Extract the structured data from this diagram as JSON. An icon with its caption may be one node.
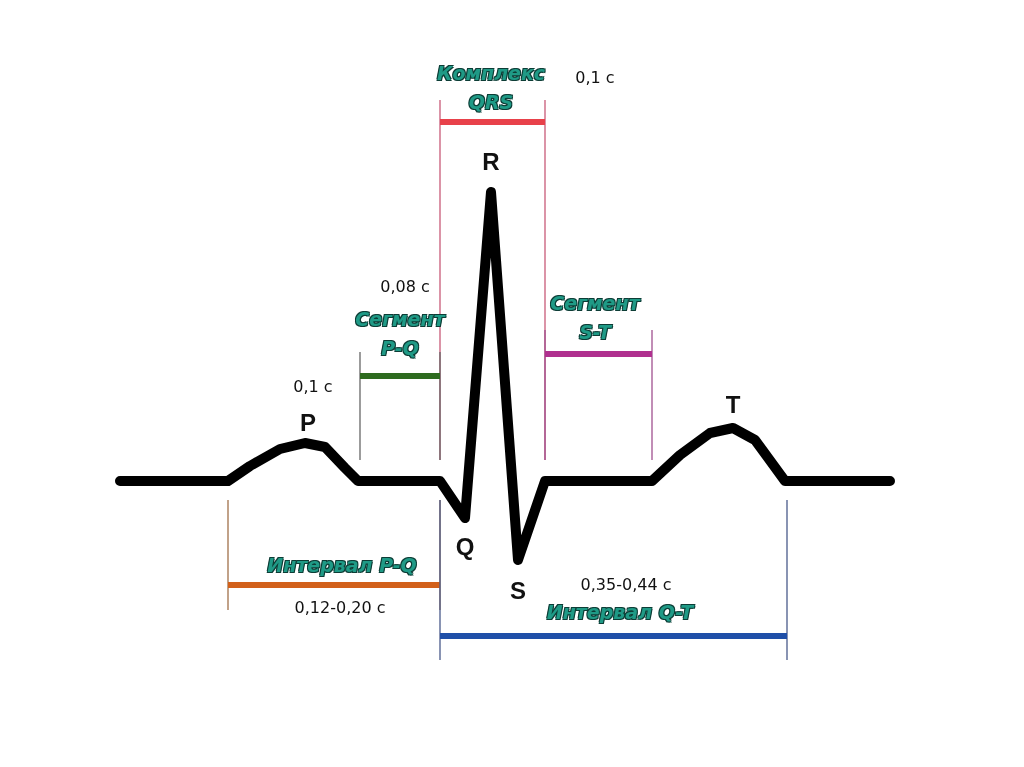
{
  "diagram": {
    "labels": [
      "Комплекс QRS",
      "0,1 с",
      "R",
      "0,08 с",
      "Сегмент P-Q",
      "Сегмент S-T",
      "0,1 с",
      "T",
      "P",
      "Q",
      "Интервал P-Q",
      "S",
      "0,35-0,44 с",
      "0,12-0,20 с",
      "Интервал Q-T"
    ]
  }
}
